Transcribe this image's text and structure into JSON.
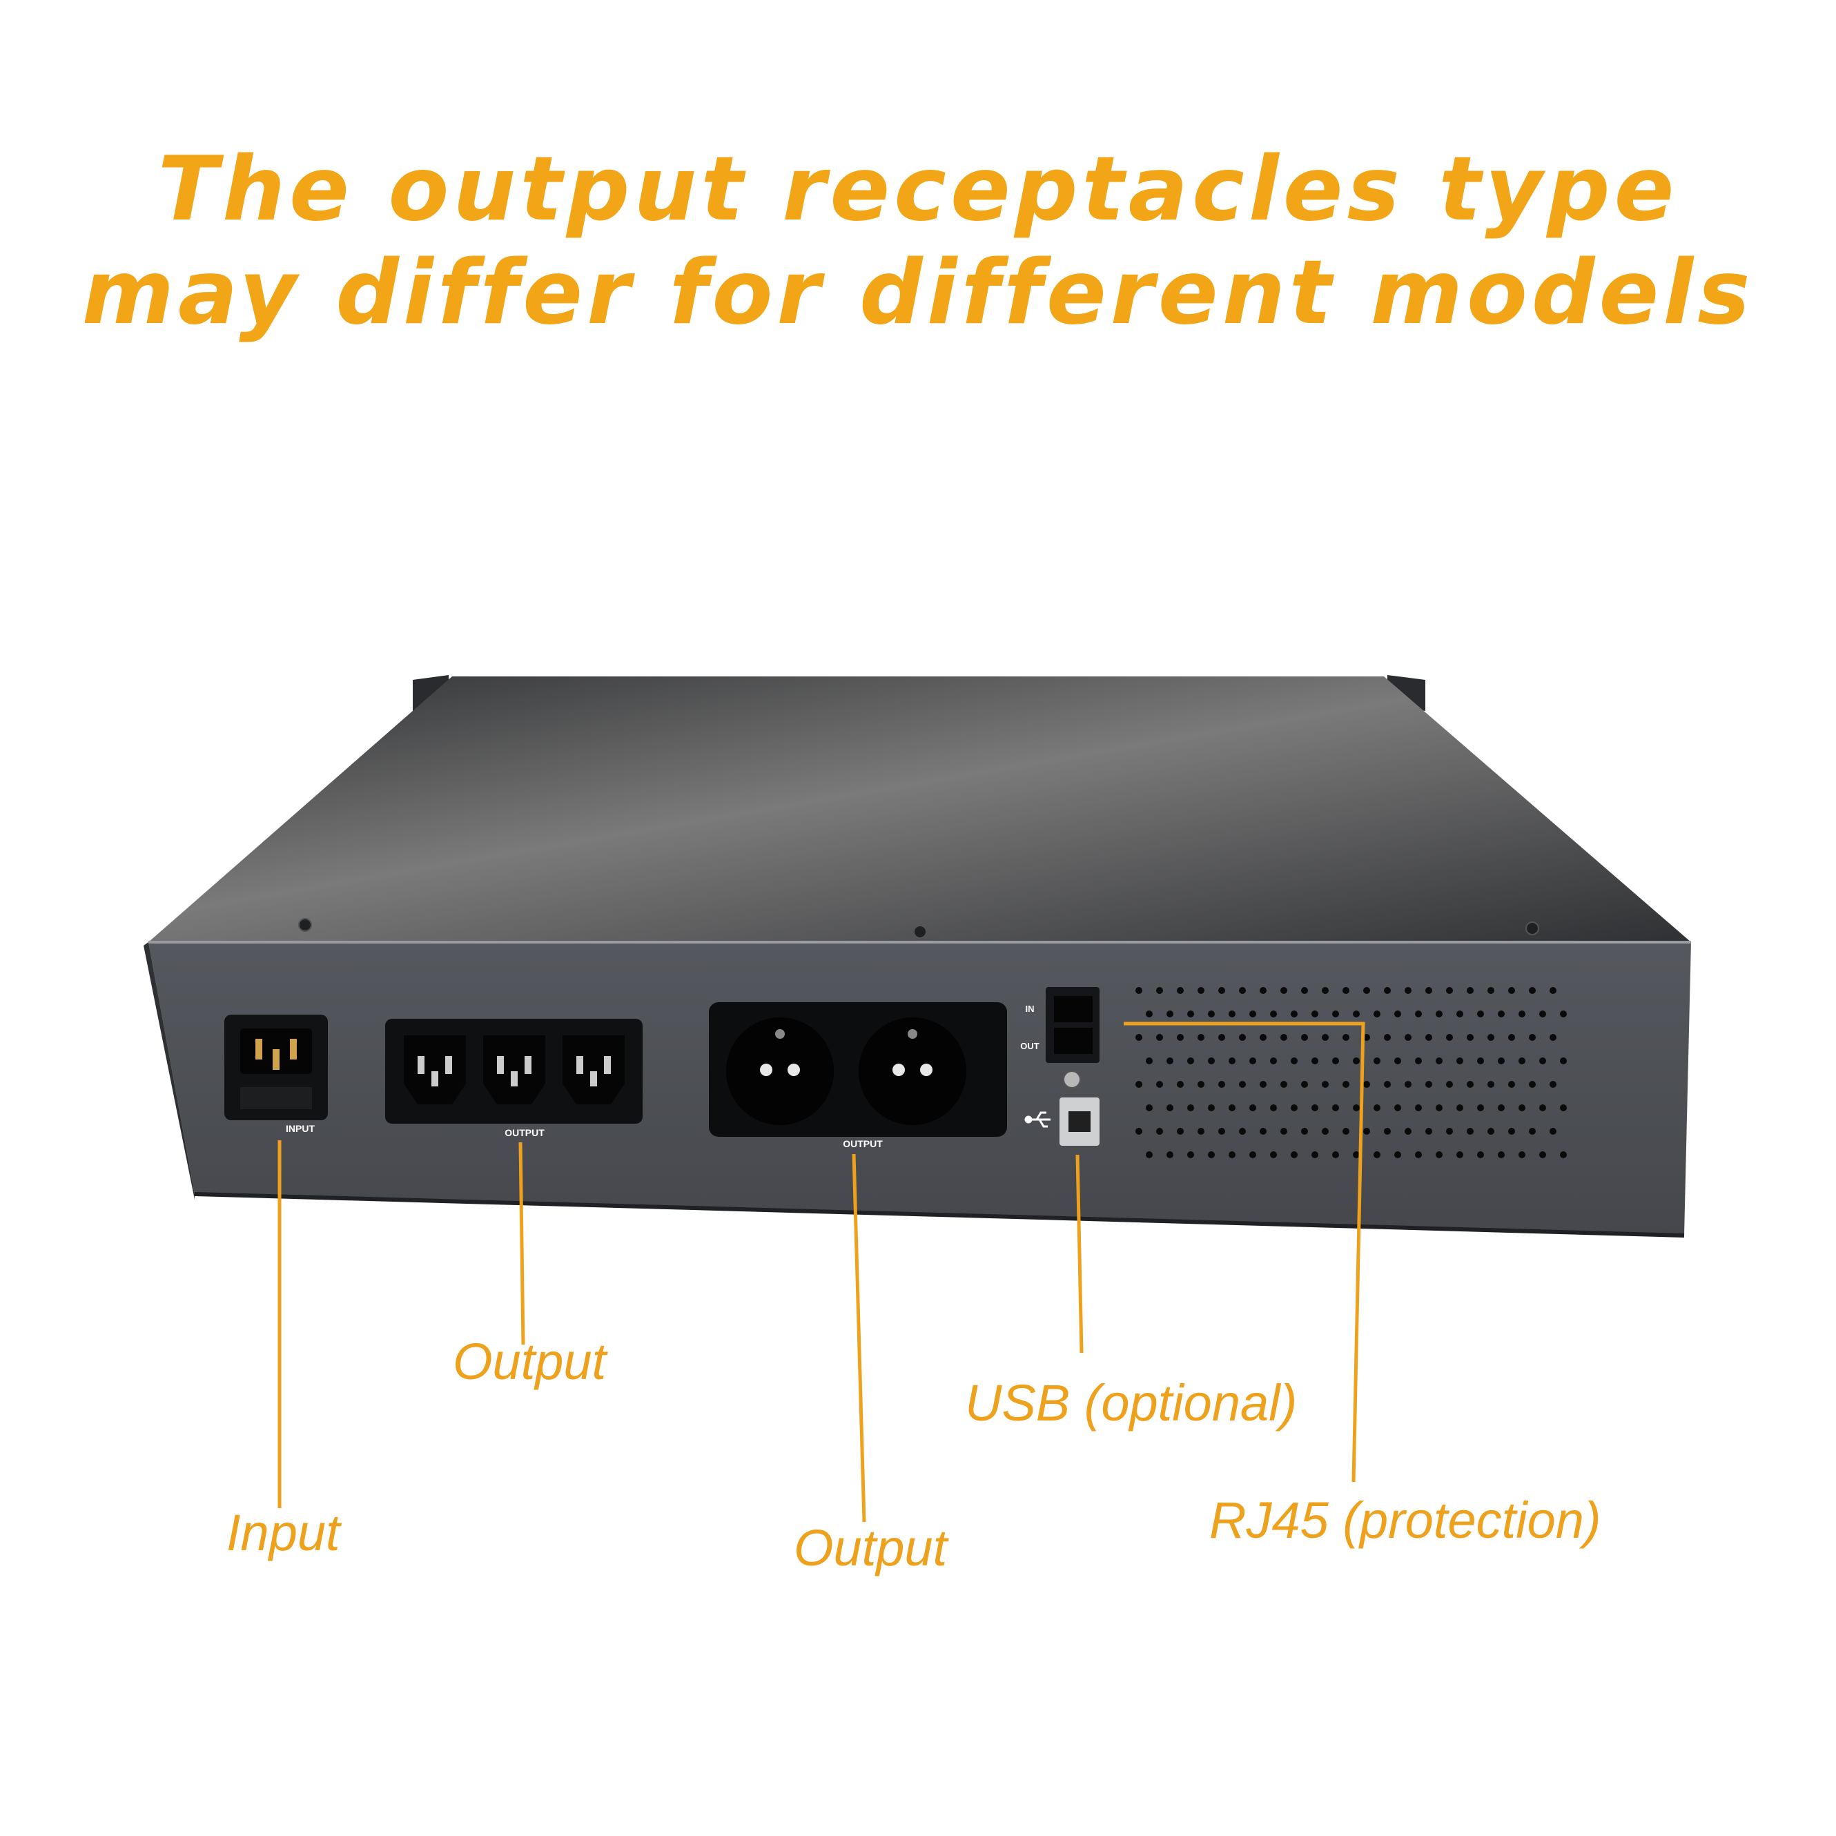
{
  "headline": {
    "line1": "The output receptacles type",
    "line2": "may differ for different models"
  },
  "colors": {
    "accent": "#f2a516",
    "callout_text": "#eea11c",
    "leader_line": "#eea11c",
    "chassis_front": "#4b4d52",
    "chassis_top": "#6e6e6e"
  },
  "panel_labels": {
    "input": "INPUT",
    "output_iec": "OUTPUT",
    "output_schuko": "OUTPUT",
    "rj45_in": "IN",
    "rj45_out": "OUT",
    "usb_symbol": "usb-icon"
  },
  "callouts": {
    "input": "Input",
    "output_iec": "Output",
    "output_schuko": "Output",
    "usb": "USB (optional)",
    "rj45": "RJ45 (protection)"
  }
}
